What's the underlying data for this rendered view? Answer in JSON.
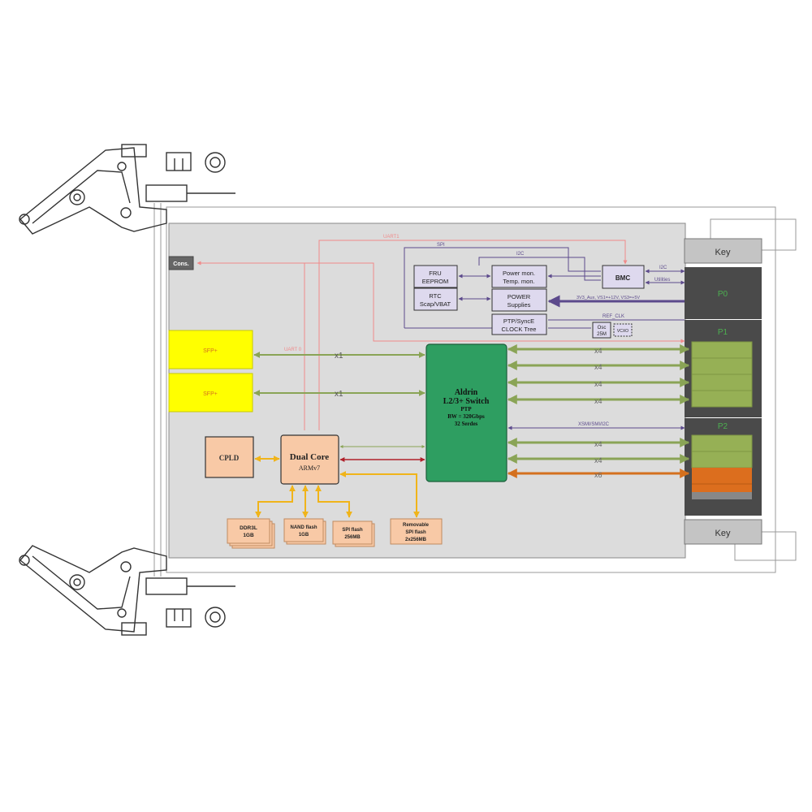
{
  "blocks": {
    "cons": "Cons.",
    "sfp1": "SFP+",
    "sfp2": "SFP+",
    "cpld": "CPLD",
    "cpu": [
      "Dual Core",
      "ARMv7"
    ],
    "switch": [
      "Aldrin",
      "L2/3+ Switch",
      "PTP",
      "BW = 320Gbps",
      "32 Serdes"
    ],
    "fru": [
      "FRU",
      "EEPROM"
    ],
    "rtc": [
      "RTC",
      "Scap/VBAT"
    ],
    "power_mon": [
      "Power mon.",
      "Temp. mon."
    ],
    "power_supplies": [
      "POWER",
      "Supplies"
    ],
    "ptp": [
      "PTP/SyncE",
      "CLOCK Tree"
    ],
    "bmc": "BMC",
    "osc": [
      "Osc",
      "25M"
    ],
    "vcxo": "VCXO",
    "ddr": [
      "DDR3L",
      "1GB"
    ],
    "nand": [
      "NAND flash",
      "1GB"
    ],
    "spi_flash": [
      "SPI flash",
      "256MB"
    ],
    "removable_spi": [
      "Removable",
      "SPI flash",
      "2x256MB"
    ]
  },
  "connectors": {
    "key_top": "Key",
    "key_bottom": "Key",
    "p0": "P0",
    "p1": "P1",
    "p2": "P2"
  },
  "links": {
    "uart1": "UART1",
    "uart0": "UART 0",
    "spi": "SPI",
    "i2c_top": "I2C",
    "i2c_right": "I2C",
    "utilities": "Utilities",
    "power_rails": "3V3_Aux, VS1=+12V, VS3=+5V",
    "ref_clk": "REF_CLK",
    "sfp1_width": "x1",
    "sfp2_width": "x1",
    "p1_lane1": "x4",
    "p1_lane2": "x4",
    "p1_lane3": "x4",
    "p1_lane4": "x4",
    "xsmi": "XSMI/SMI/I2C",
    "p2_lane1": "x4",
    "p2_lane2": "x4",
    "p2_lane3": "x6"
  },
  "colors": {
    "board": "#dcdcdc",
    "sfp": "#ffff00",
    "orange_block": "#f8c9a6",
    "switch": "#2e9e61",
    "purple_block": "#ded9ee",
    "purple_line": "#5c4a8c",
    "uart_line": "#f08a8a",
    "olive_arrow": "#8aa456",
    "gold_arrow": "#f0b41a",
    "dark_red_arrow": "#b0202a",
    "orange_arrow": "#d4701e",
    "connector": "#4a4a4a",
    "pad_green": "#96b055",
    "pad_orange": "#dc6e1e",
    "p_label": "#4caf50"
  }
}
